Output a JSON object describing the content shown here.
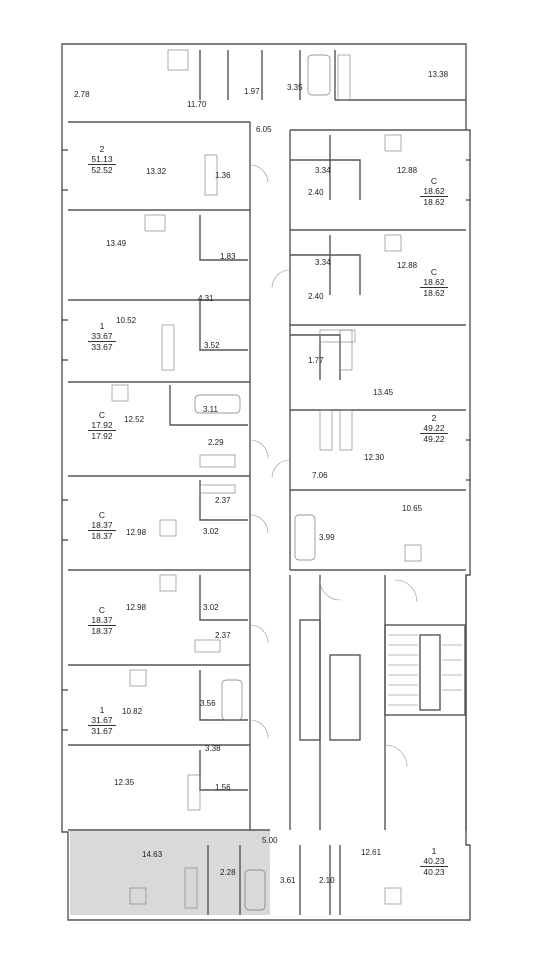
{
  "plan": {
    "colors": {
      "wall": "#555555",
      "highlight": "#d9d9d9",
      "fixture": "#777777"
    },
    "highlighted_apartment": "40.23",
    "apartments": [
      {
        "id": "a1",
        "rooms": "2",
        "area_living": "51.13",
        "area_total": "52.52"
      },
      {
        "id": "a2",
        "rooms": "С",
        "area_living": "18.62",
        "area_total": "18.62"
      },
      {
        "id": "a3",
        "rooms": "С",
        "area_living": "18.62",
        "area_total": "18.62"
      },
      {
        "id": "a4",
        "rooms": "1",
        "area_living": "33.67",
        "area_total": "33.67"
      },
      {
        "id": "a5",
        "rooms": "С",
        "area_living": "17.92",
        "area_total": "17.92"
      },
      {
        "id": "a6",
        "rooms": "2",
        "area_living": "49.22",
        "area_total": "49.22"
      },
      {
        "id": "a7",
        "rooms": "С",
        "area_living": "18.37",
        "area_total": "18.37"
      },
      {
        "id": "a8",
        "rooms": "С",
        "area_living": "18.37",
        "area_total": "18.37"
      },
      {
        "id": "a9",
        "rooms": "1",
        "area_living": "31.67",
        "area_total": "31.67"
      },
      {
        "id": "a10",
        "rooms": "1",
        "area_living": "40.23",
        "area_total": "40.23"
      }
    ],
    "room_areas": [
      "2.78",
      "11.70",
      "1.97",
      "3.35",
      "13.38",
      "6.05",
      "13.32",
      "1.36",
      "3.34",
      "12.88",
      "2.40",
      "13.49",
      "1.83",
      "3.34",
      "12.88",
      "2.40",
      "4.31",
      "10.52",
      "3.52",
      "1.77",
      "13.45",
      "12.52",
      "3.11",
      "2.29",
      "12.30",
      "7.06",
      "2.37",
      "12.98",
      "3.02",
      "3.99",
      "10.65",
      "12.98",
      "3.02",
      "2.37",
      "10.82",
      "3.56",
      "3.38",
      "12.35",
      "1.56",
      "5.00",
      "14.63",
      "2.28",
      "3.61",
      "2.10",
      "12.61"
    ]
  }
}
